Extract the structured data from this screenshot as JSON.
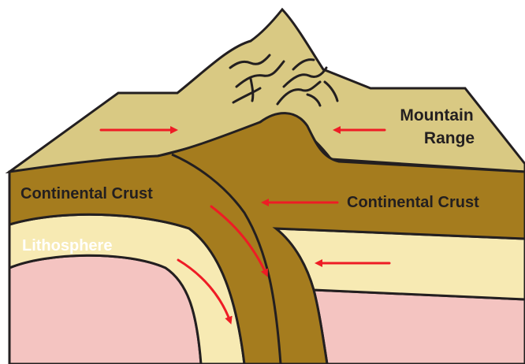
{
  "labels": {
    "mountain_line1": "Mountain",
    "mountain_line2": "Range",
    "continental_crust_left": "Continental Crust",
    "continental_crust_right": "Continental Crust",
    "lithosphere": "Lithosphere"
  },
  "colors": {
    "mountain": "#d9c983",
    "crust": "#a57c1e",
    "lithosphere": "#f7eab3",
    "mantle": "#f4c4c1",
    "outline": "#231f20",
    "arrow": "#ee1c25"
  }
}
